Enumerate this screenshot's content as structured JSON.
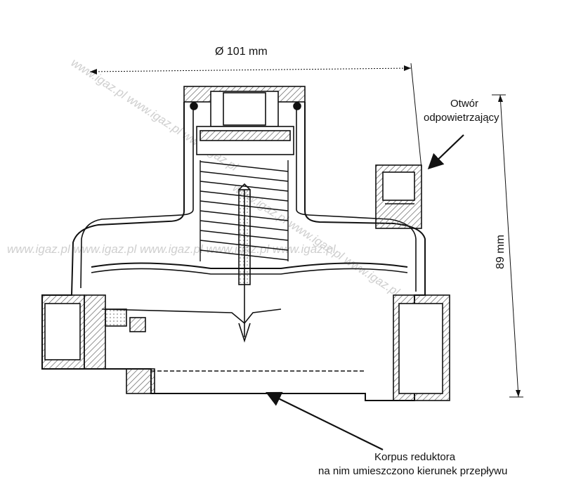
{
  "dimensions": {
    "diameter": "Ø 101 mm",
    "height": "89 mm"
  },
  "callouts": {
    "vent_line1": "Otwór",
    "vent_line2": "odpowietrzający",
    "body_line1": "Korpus reduktora",
    "body_line2": "na nim umieszczono kierunek przepływu"
  },
  "watermark": {
    "text": "www.igaz.pl www.igaz.pl www.igaz.pl",
    "row_text": "www.igaz.pl www.igaz.pl www.igaz.pl www.igaz.pl www.igaz.pl"
  },
  "colors": {
    "ink": "#111111",
    "hatch": "#555555",
    "watermark": "#cfcfcf"
  }
}
